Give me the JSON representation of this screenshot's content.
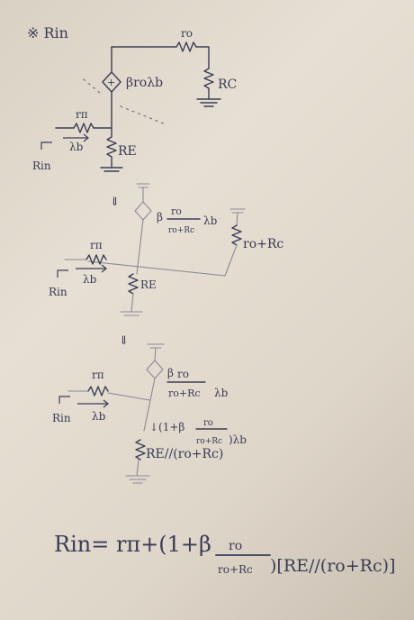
{
  "heading": "※ Rin",
  "step1": {
    "ro": "ro",
    "source": "βroλb",
    "rc": "RC",
    "rpi": "rπ",
    "ib": "λb",
    "re": "RE",
    "rin": "Rin"
  },
  "step2": {
    "source_beta": "β",
    "source_num": "ro",
    "source_den": "ro+Rc",
    "source_ib": "λb",
    "rpar": "ro+Rc",
    "rpi": "rπ",
    "ib": "λb",
    "re": "RE",
    "rin": "Rin"
  },
  "step3": {
    "source_beta": "β",
    "source_num": "ro",
    "source_den": "ro+Rc",
    "source_ib": "λb",
    "rpi": "rπ",
    "ib": "λb",
    "current_prefix": "↓(1+β",
    "current_num": "ro",
    "current_den": "ro+Rc",
    "current_suffix": ")λb",
    "req": "RE//(ro+Rc)",
    "rin": "Rin"
  },
  "formula": {
    "lhs": "Rin= rπ+(1+β",
    "num": "ro",
    "den": "ro+Rc",
    "rhs": ")[RE//(ro+Rc)]"
  },
  "down_arrow": "⇓"
}
